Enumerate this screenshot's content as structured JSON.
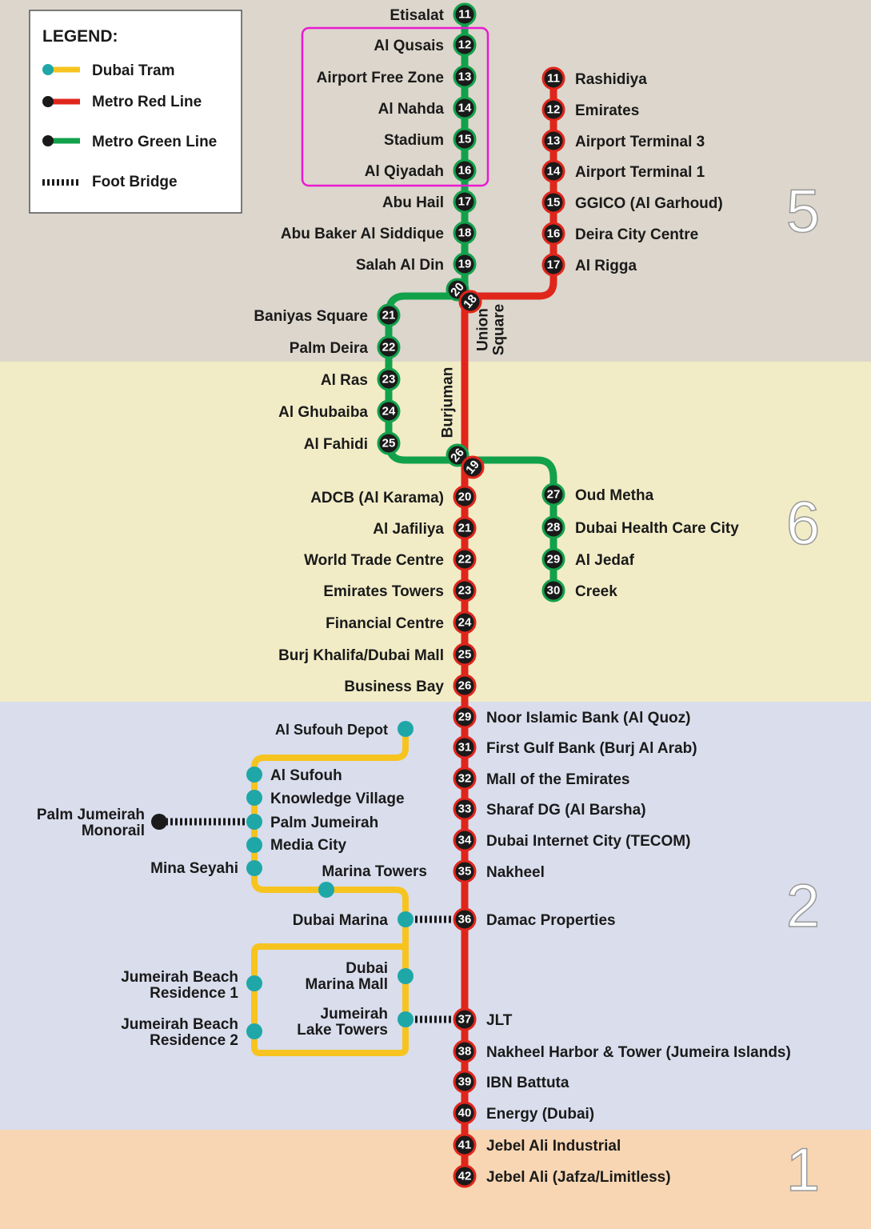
{
  "colors": {
    "zone5": "#dcd6cc",
    "zone6": "#f1ecc6",
    "zone2": "#d9ddec",
    "zone1": "#f8d6b3",
    "red": "#e0251b",
    "green": "#12a14b",
    "tram": "#f7c41f",
    "tram_station": "#1fa7a8",
    "highlight": "#e81ad0"
  },
  "legend": {
    "title": "LEGEND:",
    "items": [
      {
        "label": "Dubai Tram",
        "type": "tram"
      },
      {
        "label": "Metro Red Line",
        "type": "red"
      },
      {
        "label": "Metro Green Line",
        "type": "green"
      },
      {
        "label": "Foot Bridge",
        "type": "bridge"
      }
    ]
  },
  "zones": [
    {
      "label": "5"
    },
    {
      "label": "6"
    },
    {
      "label": "2"
    },
    {
      "label": "1"
    }
  ],
  "green_line_top": [
    {
      "num": "11",
      "name": "Etisalat"
    },
    {
      "num": "12",
      "name": "Al Qusais"
    },
    {
      "num": "13",
      "name": "Airport Free Zone"
    },
    {
      "num": "14",
      "name": "Al Nahda"
    },
    {
      "num": "15",
      "name": "Stadium"
    },
    {
      "num": "16",
      "name": "Al Qiyadah"
    },
    {
      "num": "17",
      "name": "Abu Hail"
    },
    {
      "num": "18",
      "name": "Abu Baker Al Siddique"
    },
    {
      "num": "19",
      "name": "Salah Al Din"
    }
  ],
  "green_line_deira": [
    {
      "num": "21",
      "name": "Baniyas Square"
    },
    {
      "num": "22",
      "name": "Palm Deira"
    },
    {
      "num": "23",
      "name": "Al Ras"
    },
    {
      "num": "24",
      "name": "Al Ghubaiba"
    },
    {
      "num": "25",
      "name": "Al Fahidi"
    }
  ],
  "green_line_south": [
    {
      "num": "27",
      "name": "Oud Metha"
    },
    {
      "num": "28",
      "name": "Dubai Health Care City"
    },
    {
      "num": "29",
      "name": "Al Jedaf"
    },
    {
      "num": "30",
      "name": "Creek"
    }
  ],
  "red_line_airport": [
    {
      "num": "11",
      "name": "Rashidiya"
    },
    {
      "num": "12",
      "name": "Emirates"
    },
    {
      "num": "13",
      "name": "Airport Terminal 3"
    },
    {
      "num": "14",
      "name": "Airport Terminal 1"
    },
    {
      "num": "15",
      "name": "GGICO (Al Garhoud)"
    },
    {
      "num": "16",
      "name": "Deira City Centre"
    },
    {
      "num": "17",
      "name": "Al Rigga"
    }
  ],
  "red_line_central": [
    {
      "num": "20",
      "name": "ADCB (Al Karama)"
    },
    {
      "num": "21",
      "name": "Al Jafiliya"
    },
    {
      "num": "22",
      "name": "World Trade Centre"
    },
    {
      "num": "23",
      "name": "Emirates Towers"
    },
    {
      "num": "24",
      "name": "Financial Centre"
    },
    {
      "num": "25",
      "name": "Burj Khalifa/Dubai Mall"
    },
    {
      "num": "26",
      "name": "Business Bay"
    }
  ],
  "red_line_south": [
    {
      "num": "29",
      "name": "Noor Islamic Bank (Al Quoz)"
    },
    {
      "num": "31",
      "name": "First Gulf Bank (Burj Al Arab)"
    },
    {
      "num": "32",
      "name": "Mall of the Emirates"
    },
    {
      "num": "33",
      "name": "Sharaf DG (Al Barsha)"
    },
    {
      "num": "34",
      "name": "Dubai Internet City (TECOM)"
    },
    {
      "num": "35",
      "name": "Nakheel"
    },
    {
      "num": "36",
      "name": "Damac Properties"
    },
    {
      "num": "37",
      "name": "JLT"
    },
    {
      "num": "38",
      "name": "Nakheel Harbor & Tower (Jumeira Islands)"
    },
    {
      "num": "39",
      "name": "IBN Battuta"
    },
    {
      "num": "40",
      "name": "Energy (Dubai)"
    },
    {
      "num": "41",
      "name": "Jebel Ali Industrial"
    },
    {
      "num": "42",
      "name": "Jebel Ali (Jafza/Limitless)"
    }
  ],
  "interchanges": {
    "union_square": {
      "label1": "Union",
      "label2": "Square",
      "green_num": "20",
      "red_num": "18"
    },
    "burjuman": {
      "label": "Burjuman",
      "green_num": "26",
      "red_num": "19"
    }
  },
  "tram": {
    "depot": "Al Sufouh Depot",
    "al_sufouh": "Al Sufouh",
    "knowledge_village": "Knowledge Village",
    "palm_jumeirah": "Palm Jumeirah",
    "media_city": "Media City",
    "mina_seyahi": "Mina Seyahi",
    "marina_towers": "Marina Towers",
    "dubai_marina": "Dubai Marina",
    "dubai_marina_mall_1": "Dubai",
    "dubai_marina_mall_2": "Marina Mall",
    "jlt_1": "Jumeirah",
    "jlt_2": "Lake Towers",
    "jbr1_1": "Jumeirah Beach",
    "jbr1_2": "Residence 1",
    "jbr2_1": "Jumeirah Beach",
    "jbr2_2": "Residence 2",
    "monorail_1": "Palm Jumeirah",
    "monorail_2": "Monorail"
  }
}
